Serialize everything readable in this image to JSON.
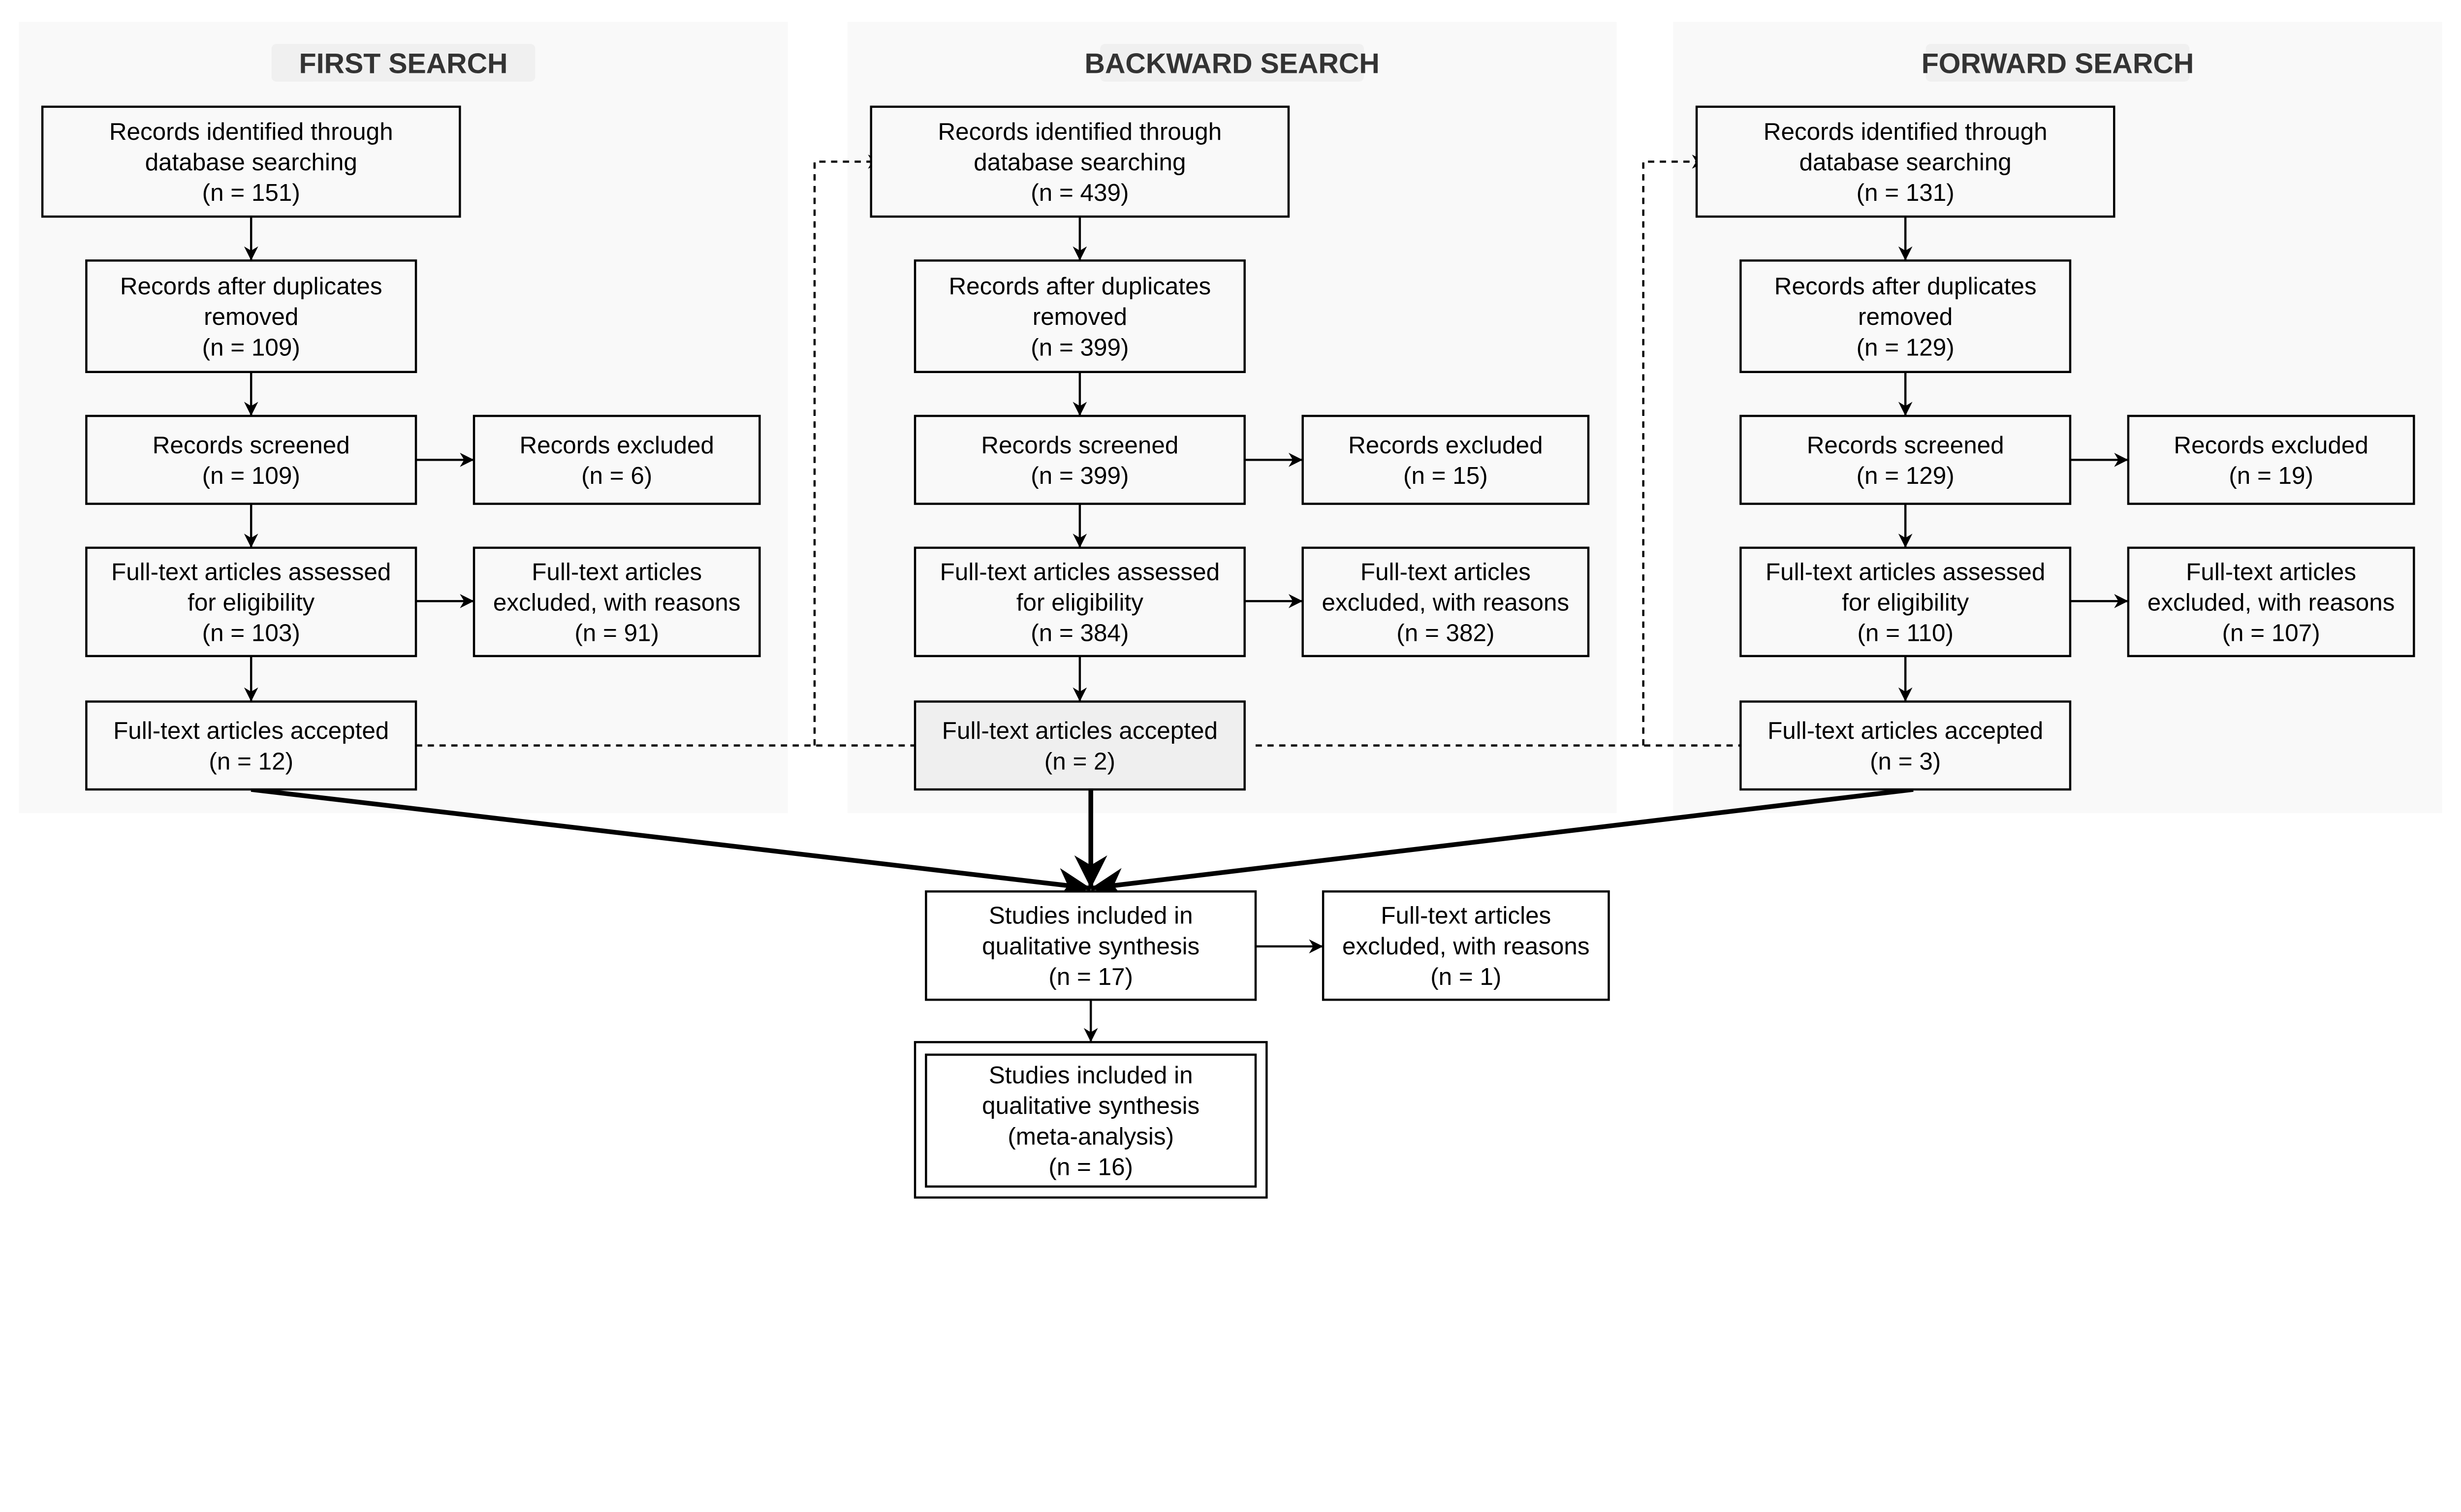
{
  "colors": {
    "panel_bg": "#f9f9f9",
    "title_bg": "#f0f0f0",
    "box_highlight": "#efefef",
    "stroke": "#000000"
  },
  "panels": [
    {
      "title": "FIRST SEARCH",
      "identified": [
        "Records identified through",
        "database searching",
        "(n = 151)"
      ],
      "duplicates": [
        "Records after duplicates",
        "removed",
        "(n = 109)"
      ],
      "screened": [
        "Records screened",
        "(n = 109)"
      ],
      "excluded": [
        "Records excluded",
        "(n = 6)"
      ],
      "fulltext": [
        "Full-text articles assessed",
        "for eligibility",
        "(n = 103)"
      ],
      "fulltext_excluded": [
        "Full-text articles",
        "excluded, with reasons",
        "(n = 91)"
      ],
      "accepted": [
        "Full-text articles accepted",
        "(n = 12)"
      ]
    },
    {
      "title": "BACKWARD SEARCH",
      "identified": [
        "Records identified through",
        "database searching",
        "(n = 439)"
      ],
      "duplicates": [
        "Records after duplicates",
        "removed",
        "(n = 399)"
      ],
      "screened": [
        "Records screened",
        "(n = 399)"
      ],
      "excluded": [
        "Records excluded",
        "(n = 15)"
      ],
      "fulltext": [
        "Full-text articles assessed",
        "for eligibility",
        "(n = 384)"
      ],
      "fulltext_excluded": [
        "Full-text articles",
        "excluded, with reasons",
        "(n = 382)"
      ],
      "accepted": [
        "Full-text articles accepted",
        "(n = 2)"
      ]
    },
    {
      "title": "FORWARD SEARCH",
      "identified": [
        "Records identified through",
        "database searching",
        "(n = 131)"
      ],
      "duplicates": [
        "Records after duplicates",
        "removed",
        "(n = 129)"
      ],
      "screened": [
        "Records screened",
        "(n = 129)"
      ],
      "excluded": [
        "Records excluded",
        "(n = 19)"
      ],
      "fulltext": [
        "Full-text articles assessed",
        "for eligibility",
        "(n = 110)"
      ],
      "fulltext_excluded": [
        "Full-text articles",
        "excluded, with reasons",
        "(n = 107)"
      ],
      "accepted": [
        "Full-text articles accepted",
        "(n = 3)"
      ]
    }
  ],
  "synthesis": {
    "included": [
      "Studies included in",
      "qualitative synthesis",
      "(n = 17)"
    ],
    "excluded": [
      "Full-text articles",
      "excluded, with reasons",
      "(n = 1)"
    ],
    "meta": [
      "Studies included in",
      "qualitative synthesis",
      "(meta-analysis)",
      "(n = 16)"
    ]
  }
}
